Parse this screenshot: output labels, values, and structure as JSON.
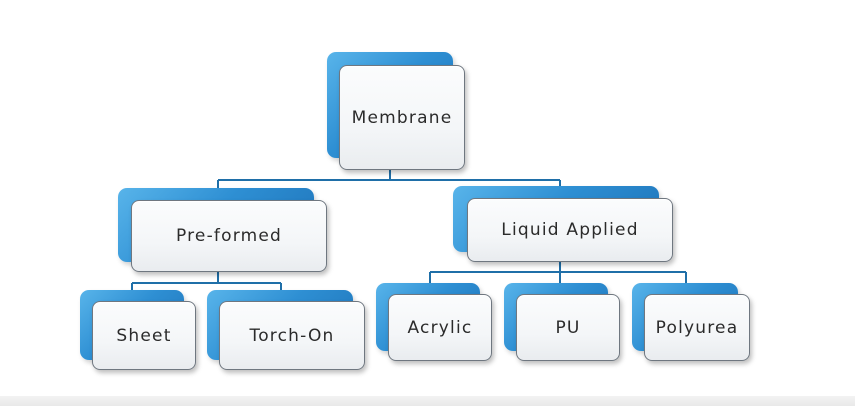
{
  "diagram": {
    "root": {
      "label": "Membrane"
    },
    "level1": [
      {
        "label": "Pre-formed"
      },
      {
        "label": "Liquid Applied"
      }
    ],
    "level2_preformed": [
      {
        "label": "Sheet"
      },
      {
        "label": "Torch-On"
      }
    ],
    "level2_liquid": [
      {
        "label": "Acrylic"
      },
      {
        "label": "PU"
      },
      {
        "label": "Polyurea"
      }
    ]
  },
  "colors": {
    "connector": "#1f6fa8",
    "node_back": "#2e8fd3",
    "node_front": "#f4f6f8",
    "node_border": "#6f7780",
    "text": "#2b2b2b"
  }
}
